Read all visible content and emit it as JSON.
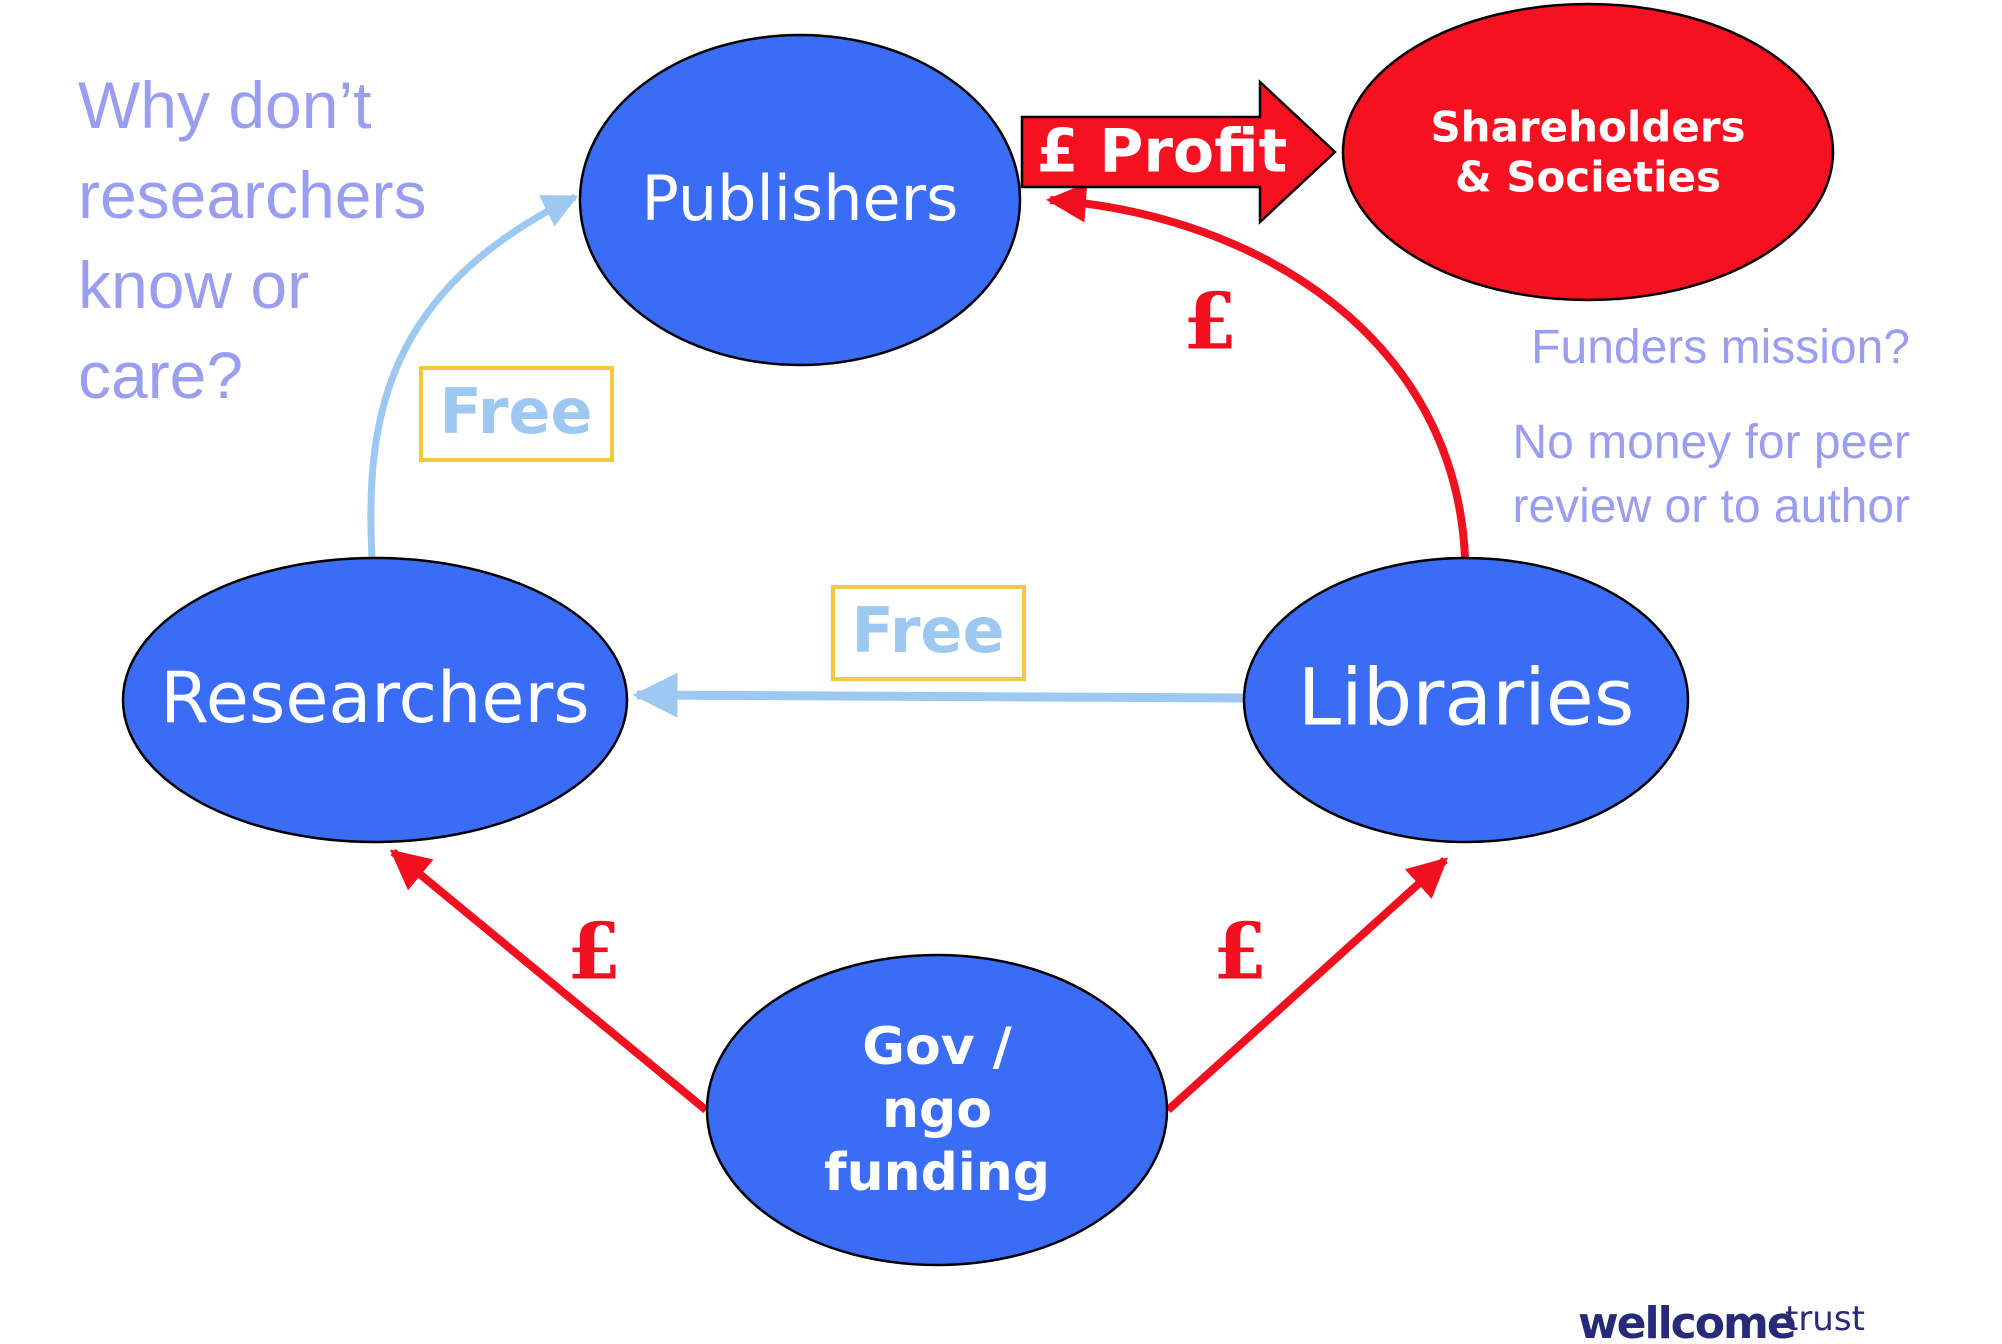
{
  "question": {
    "lines": [
      "Why don’t",
      "researchers",
      "know or",
      "care?"
    ]
  },
  "nodes": {
    "publishers": "Publishers",
    "shareholders": [
      "Shareholders",
      "& Societies"
    ],
    "researchers": "Researchers",
    "libraries": "Libraries",
    "funding": [
      "Gov /",
      "ngo",
      "funding"
    ]
  },
  "profit_arrow": {
    "label": "£ Profit"
  },
  "flows": {
    "researchers_to_publishers": "Free",
    "libraries_to_researchers": "Free",
    "libraries_to_publishers": "£",
    "funding_to_researchers": "£",
    "funding_to_libraries": "£"
  },
  "notes": {
    "funders_mission": "Funders mission?",
    "no_money": [
      "No money for peer",
      "review or to author"
    ]
  },
  "logo": {
    "main": "wellcome",
    "suffix": "trust"
  },
  "colors": {
    "node_blue": "#3a6cf6",
    "node_red": "#f5111f",
    "money_flow": "#f01020",
    "free_flow": "#9dc8f2",
    "free_box": "#f5c842",
    "note_text": "#9a9ef0",
    "logo": "#262a78"
  }
}
